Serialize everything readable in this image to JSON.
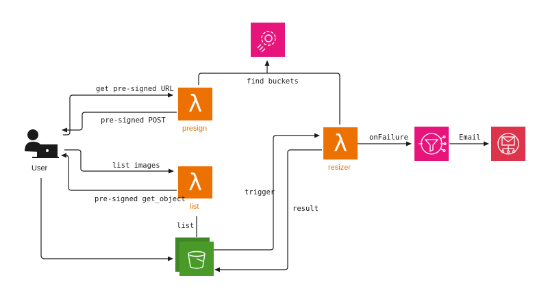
{
  "colors": {
    "lambda": "#ed7100",
    "s3": "#3f8624",
    "pink": "#e7157b",
    "red": "#dd344c",
    "line": "#1a1a1a"
  },
  "nodes": {
    "user": {
      "label": "User",
      "icon": "user-laptop-icon"
    },
    "presign": {
      "label": "presign",
      "icon": "lambda-icon"
    },
    "list": {
      "label": "list",
      "icon": "lambda-icon"
    },
    "resizer": {
      "label": "resizer",
      "icon": "lambda-icon"
    },
    "config": {
      "icon": "config-gear-icon"
    },
    "bucket": {
      "icon": "s3-bucket-icon"
    },
    "queue": {
      "icon": "event-filter-icon"
    },
    "email": {
      "icon": "email-notification-icon"
    }
  },
  "edges": {
    "get_presigned_url": "get pre-signed URL",
    "presigned_post": "pre-signed POST",
    "list_images": "list images",
    "presigned_get_object": "pre-signed get_object",
    "find_buckets": "find buckets",
    "list": "list",
    "trigger": "trigger",
    "result": "result",
    "on_failure": "onFailure",
    "email": "Email"
  }
}
